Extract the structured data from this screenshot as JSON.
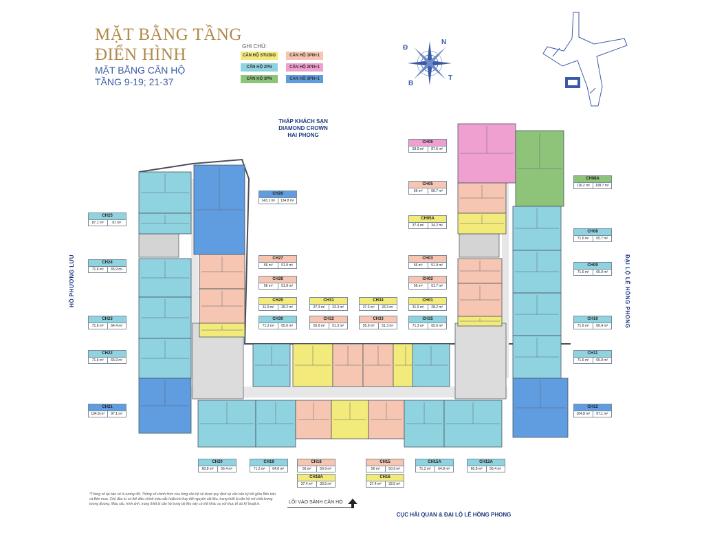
{
  "header": {
    "title_line1": "MẶT BẰNG TẦNG",
    "title_line2": "ĐIỂN HÌNH",
    "subtitle_line1": "MẶT BẰNG CĂN HỘ",
    "subtitle_line2": "TẦNG 9-19; 21-37"
  },
  "legend": {
    "title": "GHI CHÚ:",
    "items": [
      {
        "label": "CĂN HỘ STUDIO",
        "color": "#f2ea7a"
      },
      {
        "label": "CĂN HỘ 1PN+1",
        "color": "#f6c6b2"
      },
      {
        "label": "CĂN HỘ 2PN",
        "color": "#8fd3e0"
      },
      {
        "label": "CĂN HỘ 2PN+1",
        "color": "#ef9fd0"
      },
      {
        "label": "CĂN HỘ 3PN",
        "color": "#8ec37a"
      },
      {
        "label": "CĂN HỘ 3PN+1",
        "color": "#5f9de0"
      }
    ]
  },
  "compass": {
    "n": "N",
    "d": "Đ",
    "b": "B",
    "t": "T"
  },
  "labels": {
    "hotel_line1": "THÁP KHÁCH SẠN",
    "hotel_line2": "DIAMOND CROWN",
    "hotel_line3": "HAI PHONG",
    "left_side": "HỒ PHƯƠNG LƯU",
    "right_side": "ĐẠI LỘ LÊ HỒNG PHONG",
    "bottom": "CỤC HẢI QUAN & ĐẠI LỘ LÊ HỒNG PHONG",
    "entrance": "LỐI VÀO SẢNH CĂN HỘ"
  },
  "units": [
    {
      "code": "CH26",
      "a": "143.1 m²",
      "b": "134.8 m²"
    },
    {
      "code": "CH25",
      "a": "87.1 m²",
      "b": "81 m²"
    },
    {
      "code": "CH24",
      "a": "71.6 m²",
      "b": "65.9 m²"
    },
    {
      "code": "CH23",
      "a": "71.6 m²",
      "b": "64.4 m²"
    },
    {
      "code": "CH22",
      "a": "71.6 m²",
      "b": "65.9 m²"
    },
    {
      "code": "CH21",
      "a": "104.8 m²",
      "b": "97.1 m²"
    },
    {
      "code": "CH27",
      "a": "56 m²",
      "b": "51.9 m²"
    },
    {
      "code": "CH28",
      "a": "56 m²",
      "b": "51.8 m²"
    },
    {
      "code": "CH29",
      "a": "31.9 m²",
      "b": "28.2 m²"
    },
    {
      "code": "CH30",
      "a": "71.3 m²",
      "b": "65.6 m²"
    },
    {
      "code": "CH31",
      "a": "37.3 m²",
      "b": "33.3 m²"
    },
    {
      "code": "CH32",
      "a": "55.9 m²",
      "b": "51.3 m²"
    },
    {
      "code": "CH34",
      "a": "37.3 m²",
      "b": "33.3 m²"
    },
    {
      "code": "CH33",
      "a": "55.9 m²",
      "b": "51.3 m²"
    },
    {
      "code": "CH35",
      "a": "71.3 m²",
      "b": "65.6 m²"
    },
    {
      "code": "CH01",
      "a": "31.9 m²",
      "b": "28.2 m²"
    },
    {
      "code": "CH02",
      "a": "56 m²",
      "b": "51.7 m²"
    },
    {
      "code": "CH03",
      "a": "56 m²",
      "b": "51.9 m²"
    },
    {
      "code": "CH05A",
      "a": "37.4 m²",
      "b": "34.2 m²"
    },
    {
      "code": "CH05",
      "a": "56 m²",
      "b": "50.7 m²"
    },
    {
      "code": "CH06",
      "a": "93.9 m²",
      "b": "87.6 m²"
    },
    {
      "code": "CH08A",
      "a": "116.2 m²",
      "b": "108.7 m²"
    },
    {
      "code": "CH08",
      "a": "71.6 m²",
      "b": "65.7 m²"
    },
    {
      "code": "CH09",
      "a": "71.6 m²",
      "b": "65.9 m²"
    },
    {
      "code": "CH10",
      "a": "71.6 m²",
      "b": "66.4 m²"
    },
    {
      "code": "CH11",
      "a": "71.6 m²",
      "b": "65.9 m²"
    },
    {
      "code": "CH12",
      "a": "104.8 m²",
      "b": "97.1 m²"
    },
    {
      "code": "CH20",
      "a": "60.8 m²",
      "b": "56.4 m²"
    },
    {
      "code": "CH19",
      "a": "71.2 m²",
      "b": "64.8 m²"
    },
    {
      "code": "CH18",
      "a": "56 m²",
      "b": "50.9 m²"
    },
    {
      "code": "CH18A",
      "a": "37.4 m²",
      "b": "33.5 m²"
    },
    {
      "code": "CH15",
      "a": "56 m²",
      "b": "50.9 m²"
    },
    {
      "code": "CH16",
      "a": "37.4 m²",
      "b": "33.5 m²"
    },
    {
      "code": "CH15A",
      "a": "71.2 m²",
      "b": "64.8 m²"
    },
    {
      "code": "CH12A",
      "a": "60.8 m²",
      "b": "56.4 m²"
    }
  ],
  "footnote": "*Thông số tại bản vẽ là tương đối. Thông số chính thức của từng căn hộ sẽ được quy định tại văn bản ký kết giữa Bên bán và Bên mua. Chủ đầu tư có thể điều chỉnh màu sắc hoặc/và thay đổi nguyên vật liệu, trang thiết bị căn hộ với chất lượng tương đương. Màu sắc, hình ảnh, trang thiết bị căn hộ trong tài liệu này có thể khác so với thực tế do kỹ thuật in."
}
